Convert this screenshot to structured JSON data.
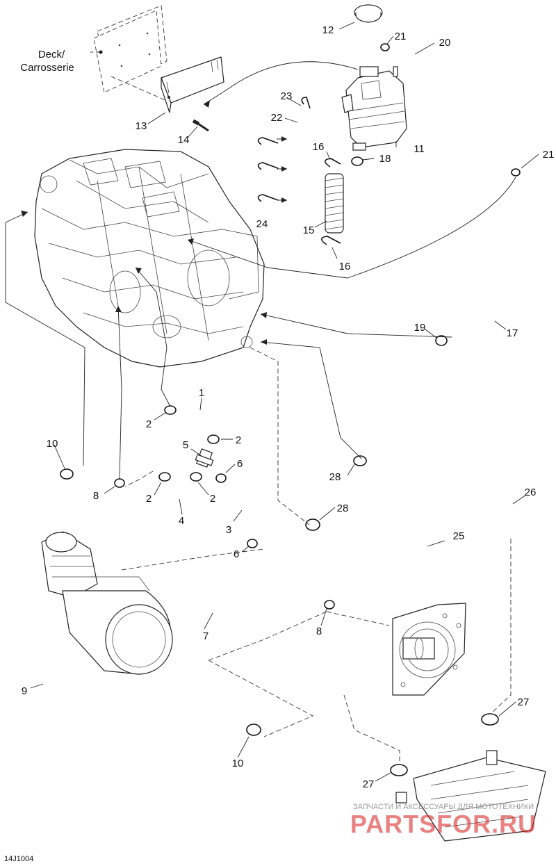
{
  "diagram": {
    "doc_code": "14J1004",
    "deck_label_line1": "Deck/",
    "deck_label_line2": "Carrosserie",
    "watermark_top": "ЗАПЧАСТИ И АКСЕССУАРЫ ДЛЯ МОТОТЕХНИКИ",
    "watermark_main": "PARTSFOR.RU",
    "part_labels": [
      "1",
      "2",
      "2",
      "2",
      "2",
      "3",
      "4",
      "5",
      "6",
      "6",
      "7",
      "8",
      "8",
      "9",
      "10",
      "10",
      "11",
      "12",
      "13",
      "14",
      "15",
      "16",
      "16",
      "17",
      "18",
      "19",
      "20",
      "21",
      "21",
      "22",
      "23",
      "24",
      "25",
      "26",
      "27",
      "27",
      "28",
      "28"
    ]
  }
}
